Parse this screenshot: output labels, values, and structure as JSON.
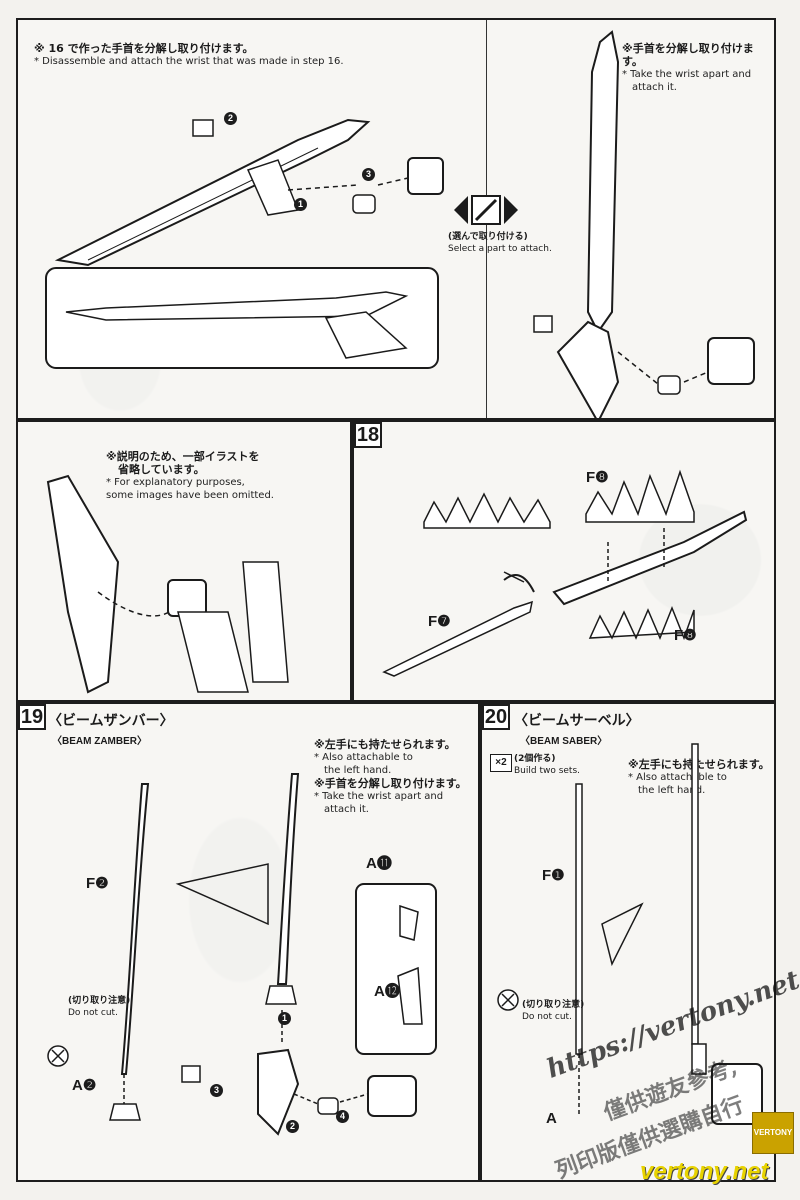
{
  "panel_top": {
    "left_note_jp": "※ 16 で作った手首を分解し取り付けます。",
    "left_note_en": "* Disassemble and attach the wrist that was made in step 16.",
    "left_step_ref": "16",
    "right_note_jp": "※手首を分解し取り付けます。",
    "right_note_en_1": "* Take the wrist apart and",
    "right_note_en_2": "attach it.",
    "select_jp": "(選んで取り付ける)",
    "select_en": "Select a part to attach.",
    "callouts": [
      "1",
      "2",
      "3"
    ]
  },
  "panel_mid_left": {
    "note_jp_1": "※説明のため、一部イラストを",
    "note_jp_2": "省略しています。",
    "note_en_1": "* For explanatory purposes,",
    "note_en_2": "some images have been omitted."
  },
  "step18": {
    "number": "18",
    "part_f8_top": "F❽",
    "part_f8_bottom": "F❽",
    "part_f7": "F❼"
  },
  "step19": {
    "number": "19",
    "title": "〈ビームザンバー〉",
    "subtitle": "〈BEAM ZAMBER〉",
    "part_f2": "F❷",
    "part_a2": "A❷",
    "nocut_jp": "(切り取り注意)",
    "nocut_en": "Do not cut.",
    "note1_jp": "※左手にも持たせられます。",
    "note1_en_1": "* Also attachable to",
    "note1_en_2": "the left hand.",
    "note2_jp": "※手首を分解し取り付けます。",
    "note2_en_1": "* Take the wrist apart and",
    "note2_en_2": "attach it.",
    "part_a11": "A⓫",
    "part_a12": "A⓬",
    "callouts": [
      "1",
      "2",
      "3",
      "4"
    ]
  },
  "step20": {
    "number": "20",
    "title": "〈ビームサーベル〉",
    "subtitle": "〈BEAM SABER〉",
    "count_badge": "×2",
    "count_jp": "(2個作る)",
    "count_en": "Build two sets.",
    "note_jp": "※左手にも持たせられます。",
    "note_en_1": "* Also attachable to",
    "note_en_2": "the left hand.",
    "part_f1": "F❶",
    "part_a": "A",
    "nocut_jp": "(切り取り注意)",
    "nocut_en": "Do not cut."
  },
  "watermark": {
    "line1": "https://vertony.net",
    "line2": "僅供遊友參考,",
    "line3": "列印版僅供選購自行",
    "site": "vertony.net",
    "badge": "VERTONY"
  }
}
